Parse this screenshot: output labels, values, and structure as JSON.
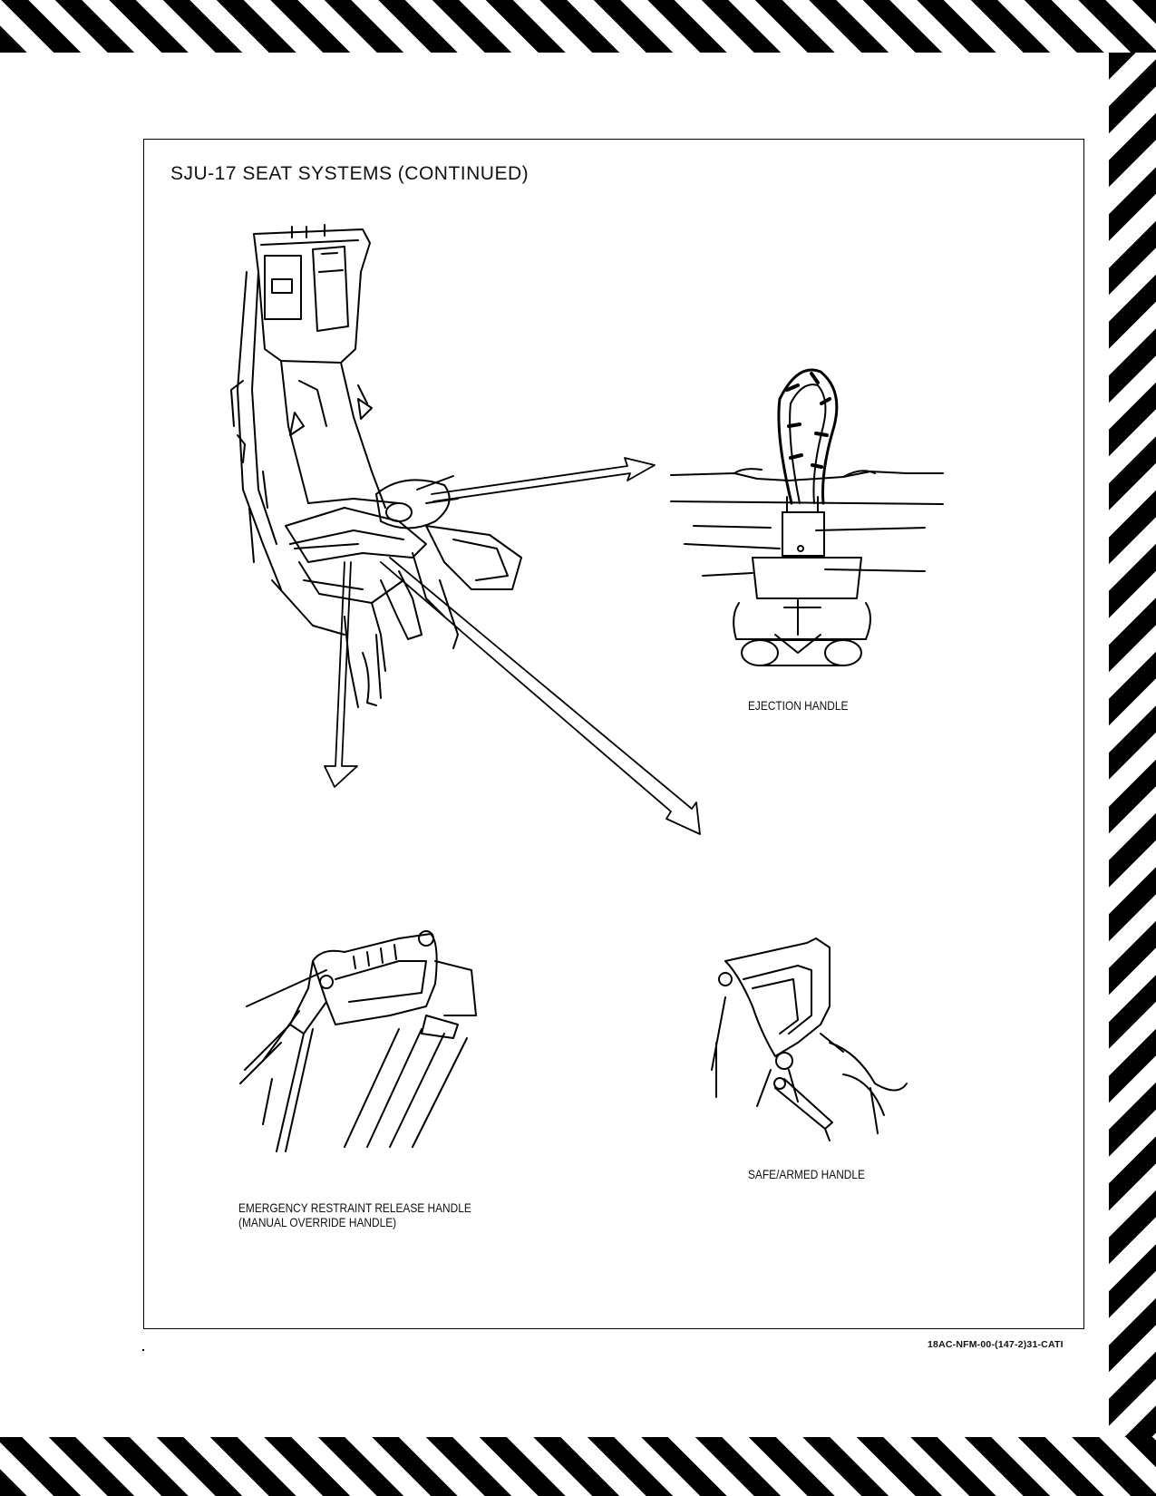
{
  "page": {
    "title": "SJU-17 SEAT SYSTEMS (CONTINUED)",
    "figure_id": "18AC-NFM-00-(147-2)31-CATI"
  },
  "callouts": {
    "ejection_handle": "EJECTION HANDLE",
    "safe_armed_handle": "SAFE/ARMED HANDLE",
    "emergency_line1": "EMERGENCY RESTRAINT RELEASE HANDLE",
    "emergency_line2": "(MANUAL OVERRIDE HANDLE)"
  }
}
